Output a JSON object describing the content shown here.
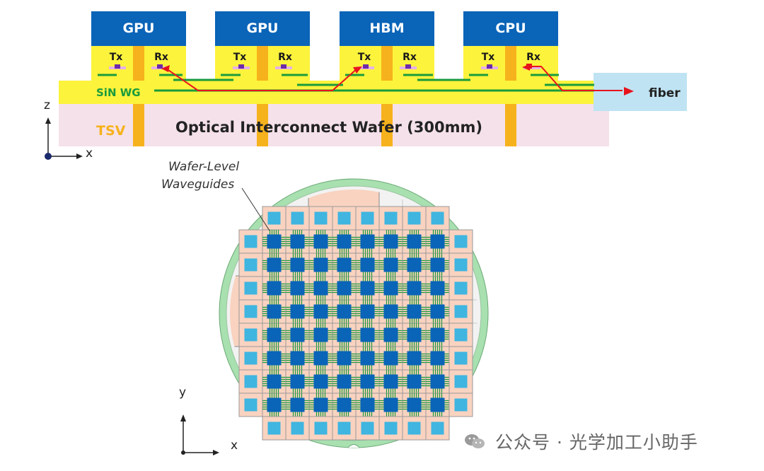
{
  "cross_section": {
    "chips": [
      "GPU",
      "GPU",
      "HBM",
      "CPU"
    ],
    "tx_label": "Tx",
    "rx_label": "Rx",
    "waveguide_label": "SiN WG",
    "tsv_label": "TSV",
    "wafer_label": "Optical Interconnect Wafer (300mm)",
    "fiber_label": "fiber",
    "axis_vertical": "z",
    "axis_horizontal": "x"
  },
  "wafer_view": {
    "callout": [
      "Wafer-Level",
      "Waveguides"
    ],
    "axis_vertical": "y",
    "axis_horizontal": "x"
  },
  "watermark": "公众号 · 光学加工小助手",
  "colors": {
    "chip_blue": "#0a64b8",
    "interposer_yellow": "#fcf33c",
    "wafer_pink": "#f5e1ea",
    "tsv_orange": "#f6b21c",
    "waveguide_green": "#1a9b3c",
    "signal_red": "#e8141b",
    "fiber_box": "#bfe3f3",
    "tile_peach": "#f9d3c0",
    "wafer_ring": "#a8e0b0"
  }
}
